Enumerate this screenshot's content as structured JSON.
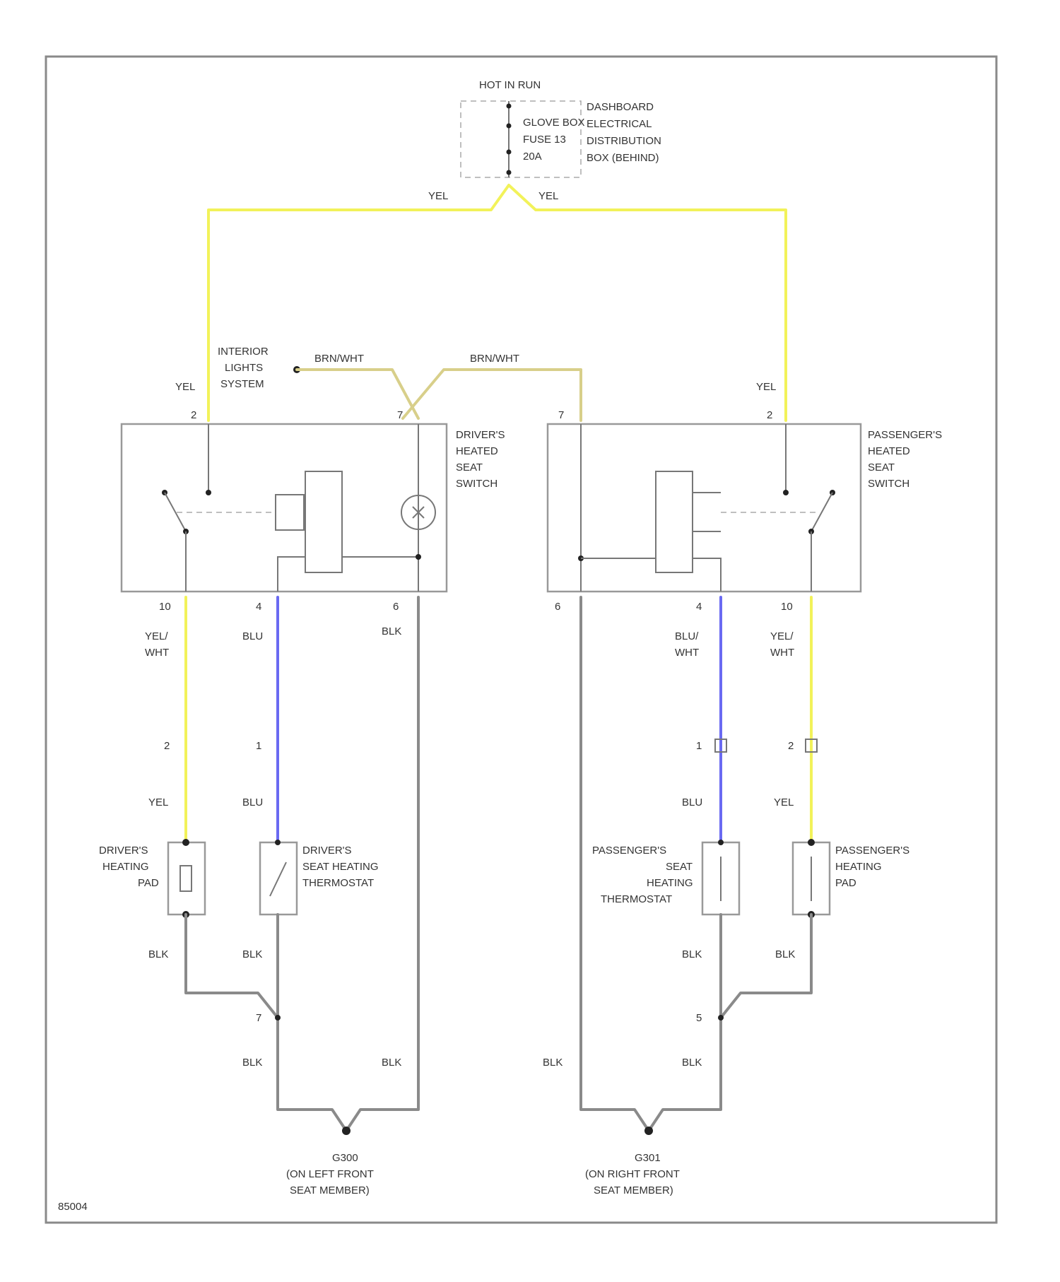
{
  "diagram_id": "85004",
  "power": {
    "title": "HOT IN RUN",
    "fuse_lines": [
      "GLOVE BOX",
      "FUSE 13",
      "20A"
    ],
    "center_lines": [
      "DASHBOARD",
      "ELECTRICAL",
      "DISTRIBUTION",
      "BOX (BEHIND)"
    ]
  },
  "interior": {
    "lines": [
      "INTERIOR",
      "LIGHTS",
      "SYSTEM"
    ]
  },
  "driver_switch": {
    "lines": [
      "DRIVER'S",
      "HEATED",
      "SEAT",
      "SWITCH"
    ],
    "pins": {
      "p2": "2",
      "p7": "7",
      "p10": "10",
      "p4": "4",
      "p6": "6"
    }
  },
  "passenger_switch": {
    "lines": [
      "PASSENGER'S",
      "HEATED",
      "SEAT",
      "SWITCH"
    ],
    "pins": {
      "p7": "7",
      "p2": "2",
      "p6": "6",
      "p4": "4",
      "p10": "10"
    }
  },
  "driver_pad": {
    "lines": [
      "DRIVER'S",
      "HEATING",
      "PAD"
    ]
  },
  "driver_thermostat": {
    "lines": [
      "DRIVER'S",
      "SEAT HEATING",
      "THERMOSTAT"
    ]
  },
  "passenger_thermostat": {
    "lines": [
      "PASSENGER'S",
      "SEAT",
      "HEATING",
      "THERMOSTAT"
    ]
  },
  "passenger_pad": {
    "lines": [
      "PASSENGER'S",
      "HEATING",
      "PAD"
    ]
  },
  "connectors": {
    "d_pad": "2",
    "d_thermo": "1",
    "p_thermo": "1",
    "p_pad": "2",
    "d_ground": "7",
    "p_ground": "5"
  },
  "wire_colors": {
    "yel": "YEL",
    "brn_wht": "BRN/WHT",
    "yel_wht": [
      "YEL/",
      "WHT"
    ],
    "blu": "BLU",
    "blu_wht": [
      "BLU/",
      "WHT"
    ],
    "blk": "BLK"
  },
  "grounds": {
    "left": [
      "G300",
      "(ON LEFT FRONT",
      "SEAT MEMBER)"
    ],
    "right": [
      "G301",
      "(ON RIGHT FRONT",
      "SEAT MEMBER)"
    ]
  },
  "colors": {
    "yellow": "#f2f25a",
    "brown_white": "#d8cf8a",
    "blue": "#6a6af2",
    "black_wire": "#8a8a8a",
    "frame": "#8a8a8a"
  }
}
